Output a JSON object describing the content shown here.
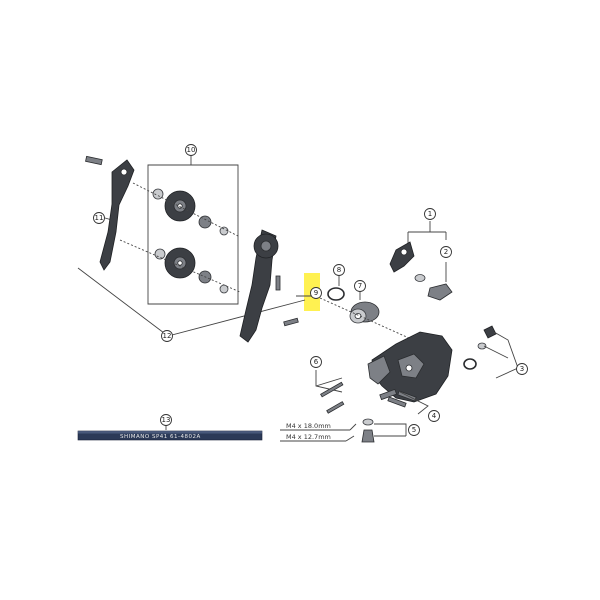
{
  "callouts": {
    "c1": "1",
    "c2": "2",
    "c3": "3",
    "c4": "4",
    "c5": "5",
    "c6": "6",
    "c7": "7",
    "c8": "8",
    "c9": "9",
    "c10": "10",
    "c11": "11",
    "c12": "12",
    "c13": "13"
  },
  "dimensions": {
    "m4_18": "M4 x 18.0mm",
    "m4_12": "M4 x 12.7mm"
  },
  "cable_label": "SHIMANO SP41 61-4802A",
  "colors": {
    "highlight": "#ffee33",
    "parts": "#3c3f44",
    "cable": "#2c3a58"
  }
}
